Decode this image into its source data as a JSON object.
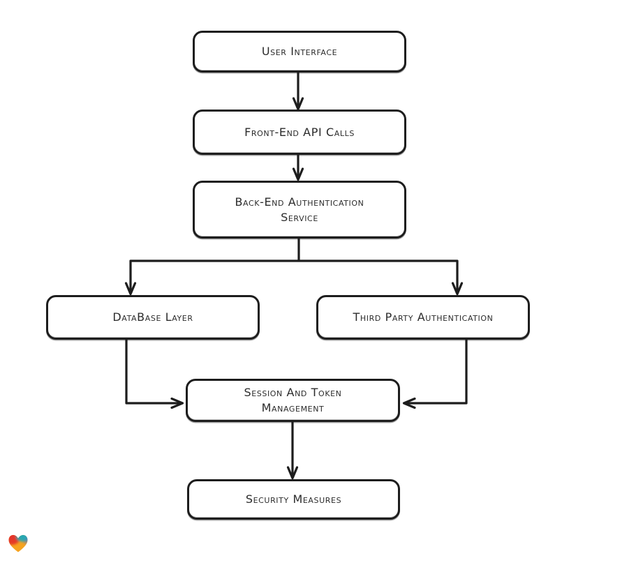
{
  "diagram": {
    "type": "flowchart",
    "background": "#ffffff",
    "stroke_color": "#1d1d1d",
    "text_color": "#2b2b2b",
    "nodes": {
      "user_interface": {
        "line1": "User Interface"
      },
      "frontend_api": {
        "line1": "Front-End API Calls"
      },
      "backend_auth": {
        "line1": "Back-End Authentication",
        "line2": "Service"
      },
      "database": {
        "line1": "DataBase Layer"
      },
      "third_party": {
        "line1": "Third Party Authentication"
      },
      "session": {
        "line1": "Session And Token",
        "line2": "Management"
      },
      "security": {
        "line1": "Security Measures"
      }
    },
    "edges": [
      "user_interface -> frontend_api",
      "frontend_api -> backend_auth",
      "backend_auth -> database",
      "backend_auth -> third_party",
      "database -> session",
      "third_party -> session",
      "session -> security"
    ],
    "logo": {
      "icon": "heart-icon",
      "colors": {
        "red": "#e43229",
        "teal": "#1fa9b8",
        "blue": "#3b6fe0",
        "orange": "#f6a31f"
      }
    }
  }
}
